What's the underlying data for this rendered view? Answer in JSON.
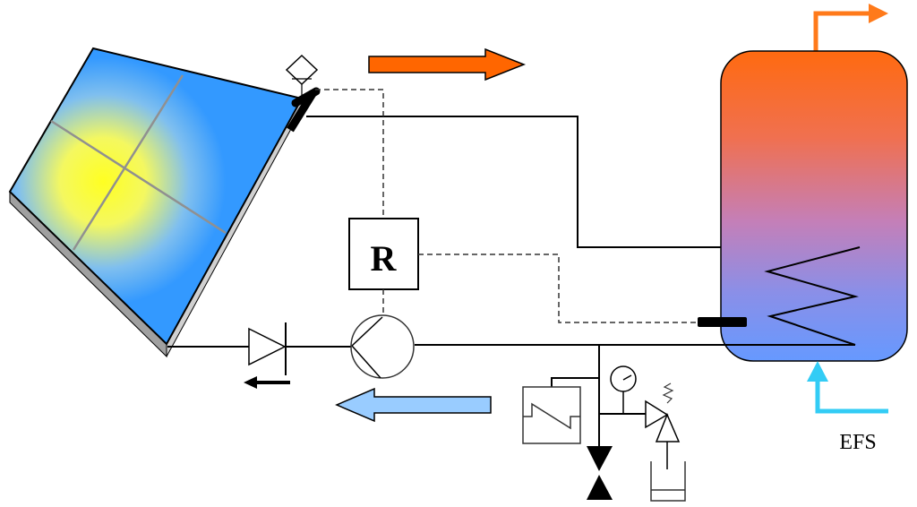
{
  "diagram": {
    "title": "Solar thermal water heating system schematic",
    "controller": {
      "label": "R"
    },
    "cold_water_inlet": {
      "label": "EFS"
    },
    "colors": {
      "collector_blue": "#3399ff",
      "sun_yellow": "#ffff33",
      "hot_flow_arrow": "#ff6600",
      "cold_flow_arrow": "#99ccff",
      "tank_top": "#ff6a10",
      "tank_middle": "#c47fb8",
      "tank_bottom": "#6699ff",
      "hot_water_outlet": "#ff7a1a",
      "cold_water_inlet": "#33ccf5",
      "line": "#000000"
    },
    "components": [
      "solar-collector",
      "collector-temperature-sensor",
      "controller",
      "circulation-pump",
      "check-valve",
      "storage-tank",
      "heat-exchanger-coil",
      "tank-temperature-sensor",
      "expansion-vessel",
      "pressure-gauge",
      "safety-valve",
      "drain-valve",
      "drain-collector"
    ]
  }
}
